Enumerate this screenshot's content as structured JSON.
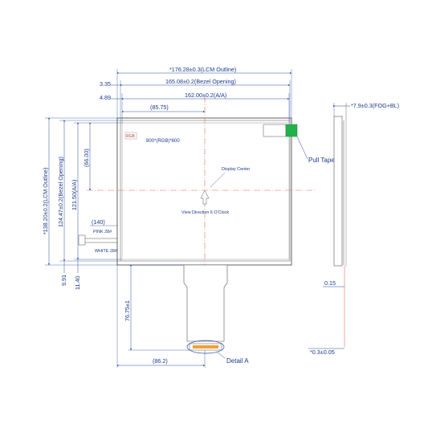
{
  "dims": {
    "lcm_outline_w": "*176.28±0.3(LCM Outline)",
    "bezel_opening_w": "165.08±0.2(Bezel Opening)",
    "aa_w": "162.00±0.2(A/A)",
    "offset_335": "3.35",
    "offset_489": "4.89",
    "center_x": "(85.75)",
    "center_y": "(66.00)",
    "lcm_outline_h": "*138.20±0.2(LCM Outline)",
    "bezel_opening_h": "124.47±0.2(Bezel Opening)",
    "aa_h": "121.50(A/A)",
    "offset_991": "9.91",
    "offset_1140": "11.40",
    "fpc_len": "76.75±1",
    "fpc_x": "(86.2)",
    "wire_pos": "(140)",
    "thickness": "*7.9±0.3(FOG+BL)",
    "t_015": "0.15",
    "t_03": "*0.3±0.05"
  },
  "labels": {
    "resolution": "800*(RGB)*600",
    "display_center": "Display Center",
    "view_direction": "View Direction 6 O'Clock",
    "pull_tape": "Pull Tape",
    "pink": "PINK 28#",
    "white": "WHITE 28#",
    "detail_a": "Detail A",
    "rgb_mark": "RGB"
  },
  "colors": {
    "outline": "#3a3a3a",
    "dimension": "#2a4aa0",
    "centerline": "#e07060",
    "pull_tape": "#22b14c",
    "connector": "#f0a030"
  }
}
